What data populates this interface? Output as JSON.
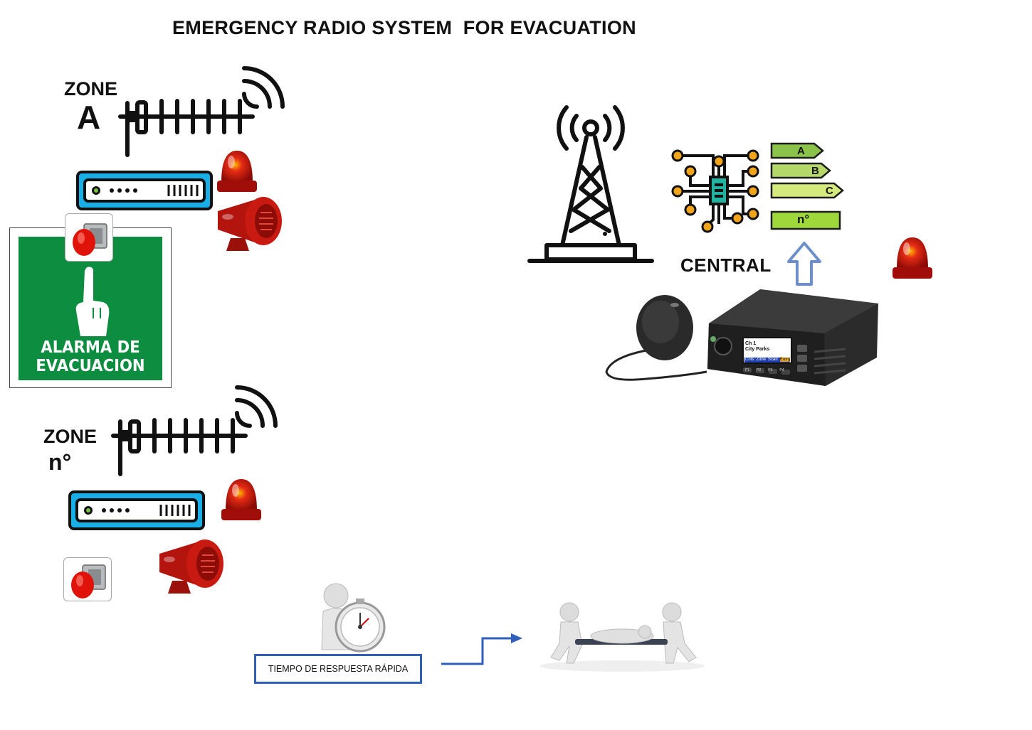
{
  "title": "EMERGENCY RADIO SYSTEM  FOR EVACUATION",
  "zone_a": {
    "label": "ZONE",
    "id": "A"
  },
  "zone_n": {
    "label": "ZONE",
    "id": "n°"
  },
  "sign": {
    "line1": "ALARMA DE",
    "line2": "EVACUACION"
  },
  "central": {
    "label": "CENTRAL",
    "tags": [
      "A",
      "B",
      "C",
      "n°"
    ]
  },
  "radio_display": {
    "line1": "Ch 1",
    "line2": "City Parks",
    "soft_keys": [
      "Cnts",
      "Zone",
      "Scan",
      "Emrg"
    ],
    "function_keys": [
      "P1",
      "P2",
      "P3",
      "P4"
    ]
  },
  "response_box": "TIEMPO DE RESPUESTA RÁPIDA",
  "colors": {
    "sign_green": "#0c8d3f",
    "alarm_red": "#c8120c",
    "device_blue": "#1aaee6",
    "arrow_blue": "#2f5fb8",
    "tag_green": "#8bc34a"
  }
}
